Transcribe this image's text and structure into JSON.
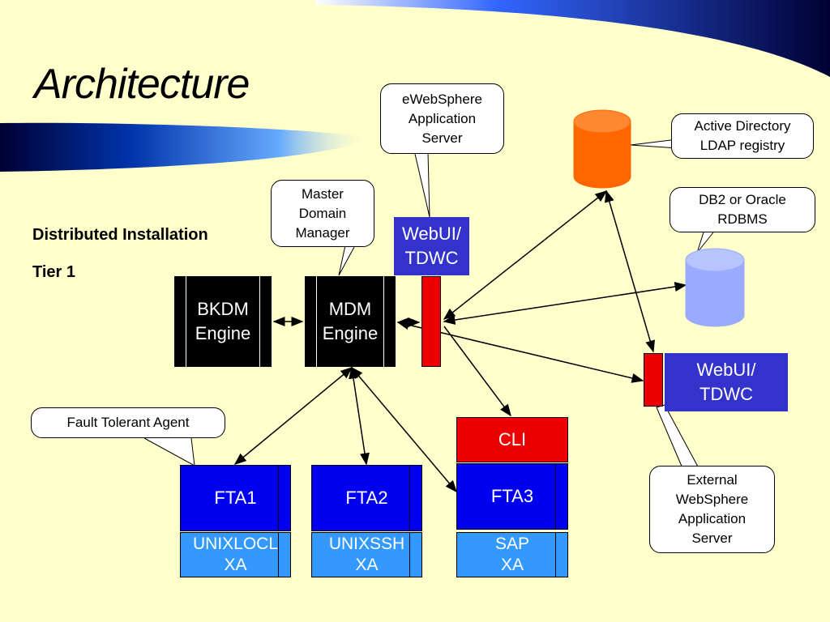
{
  "title": "Architecture",
  "subtitle_lines": [
    "Distributed Installation",
    "Tier 1"
  ],
  "callouts": {
    "ewebsphere": "eWebSphere\nApplication\nServer",
    "master": "Master\nDomain\nManager",
    "active_directory": "Active Directory\nLDAP registry",
    "db2": "DB2 or Oracle\nRDBMS",
    "fault_tolerant": "Fault Tolerant Agent",
    "external": "External\nWebSphere\nApplication\nServer"
  },
  "nodes": {
    "bkdm": "BKDM\nEngine",
    "mdm": "MDM\nEngine",
    "webui_top": "WebUI/\nTDWC",
    "webui_right": "WebUI/\nTDWC",
    "cli": "CLI",
    "fta1": "FTA1",
    "fta2": "FTA2",
    "fta3": "FTA3",
    "xa1": "UNIXLOCL\nXA",
    "xa2": "UNIXSSH\nXA",
    "xa3": "SAP\nXA"
  },
  "colors": {
    "background": "#ffffcc",
    "engine": "#000000",
    "fta": "#0000ee",
    "xa": "#3399ff",
    "webui": "#3333cc",
    "cli": "#ee0000",
    "active_directory_db": "#ff6600",
    "rdbms_db": "#99aaff",
    "connector": "#ee0000"
  }
}
